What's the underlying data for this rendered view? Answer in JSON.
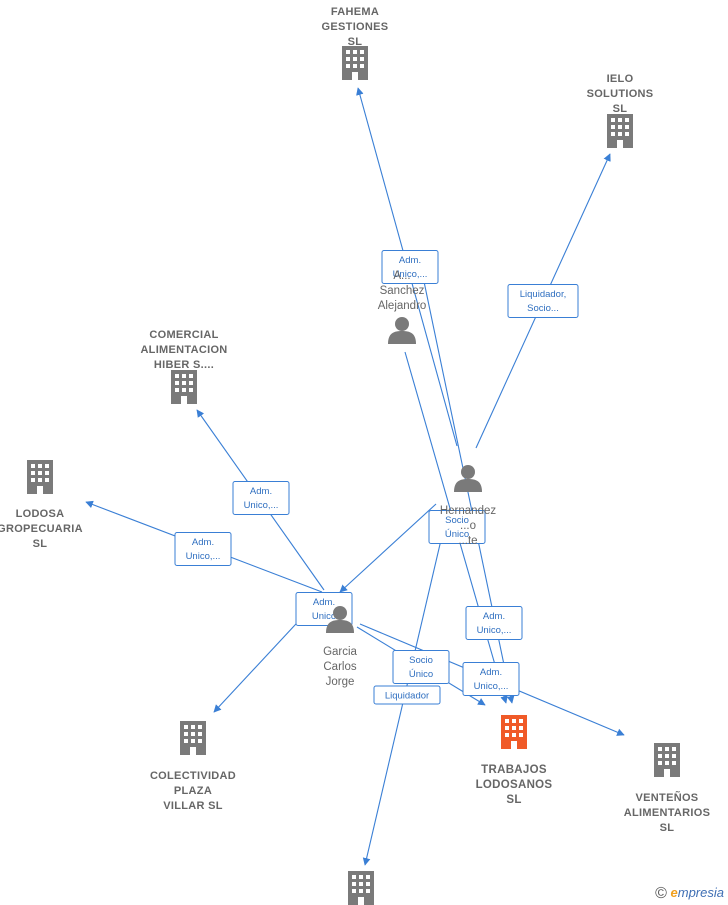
{
  "colors": {
    "edge": "#3a7fd5",
    "building": "#7a7a7a",
    "building_main": "#f05a28",
    "person": "#7a7a7a"
  },
  "companies": [
    {
      "id": "fahema",
      "lines": [
        "FAHEMA",
        "GESTIONES",
        "SL"
      ],
      "icon": "building-icon"
    },
    {
      "id": "ielo",
      "lines": [
        "IELO",
        "SOLUTIONS",
        "SL"
      ],
      "icon": "building-icon"
    },
    {
      "id": "comercial",
      "lines": [
        "COMERCIAL",
        "ALIMENTACION",
        "HIBER S...."
      ],
      "icon": "building-icon"
    },
    {
      "id": "lodosa",
      "lines": [
        "LODOSA",
        "GROPECUARIA",
        "SL"
      ],
      "icon": "building-icon"
    },
    {
      "id": "colectividad",
      "lines": [
        "COLECTIVIDAD",
        "PLAZA",
        "VILLAR  SL"
      ],
      "icon": "building-icon"
    },
    {
      "id": "trabajos",
      "lines": [
        "TRABAJOS",
        "LODOSANOS",
        "SL"
      ],
      "icon": "building-icon",
      "main": true
    },
    {
      "id": "ventenos",
      "lines": [
        "VENTEÑOS",
        "ALIMENTARIOS",
        "SL"
      ],
      "icon": "building-icon"
    },
    {
      "id": "bottom",
      "lines": [],
      "icon": "building-icon"
    }
  ],
  "people": [
    {
      "id": "sanchez",
      "lines": [
        "A...",
        "Sanchez",
        "Alejandro"
      ],
      "icon": "person-icon"
    },
    {
      "id": "hernandez",
      "lines": [
        "Hernandez",
        "...o",
        "...te"
      ],
      "icon": "person-icon"
    },
    {
      "id": "garcia",
      "lines": [
        "Garcia",
        "Carlos",
        "Jorge"
      ],
      "icon": "person-icon"
    }
  ],
  "relations": [
    {
      "id": "r1",
      "lines": [
        "Adm.",
        "Unico,..."
      ]
    },
    {
      "id": "r2",
      "lines": [
        "Liquidador,",
        "Socio..."
      ]
    },
    {
      "id": "r3",
      "lines": [
        "Adm.",
        "Unico,..."
      ]
    },
    {
      "id": "r4",
      "lines": [
        "Adm.",
        "Unico,..."
      ]
    },
    {
      "id": "r5",
      "lines": [
        "Socio",
        "Único"
      ]
    },
    {
      "id": "r6",
      "lines": [
        "Adm.",
        "Unico"
      ]
    },
    {
      "id": "r7",
      "lines": [
        "Adm.",
        "Unico,..."
      ]
    },
    {
      "id": "r8",
      "lines": [
        "Socio",
        "Único"
      ]
    },
    {
      "id": "r9",
      "lines": [
        "Adm.",
        "Unico,..."
      ]
    },
    {
      "id": "r10",
      "lines": [
        "Liquidador"
      ]
    }
  ],
  "footer": {
    "copyright": "©",
    "brand_first": "e",
    "brand_rest": "mpresia"
  }
}
